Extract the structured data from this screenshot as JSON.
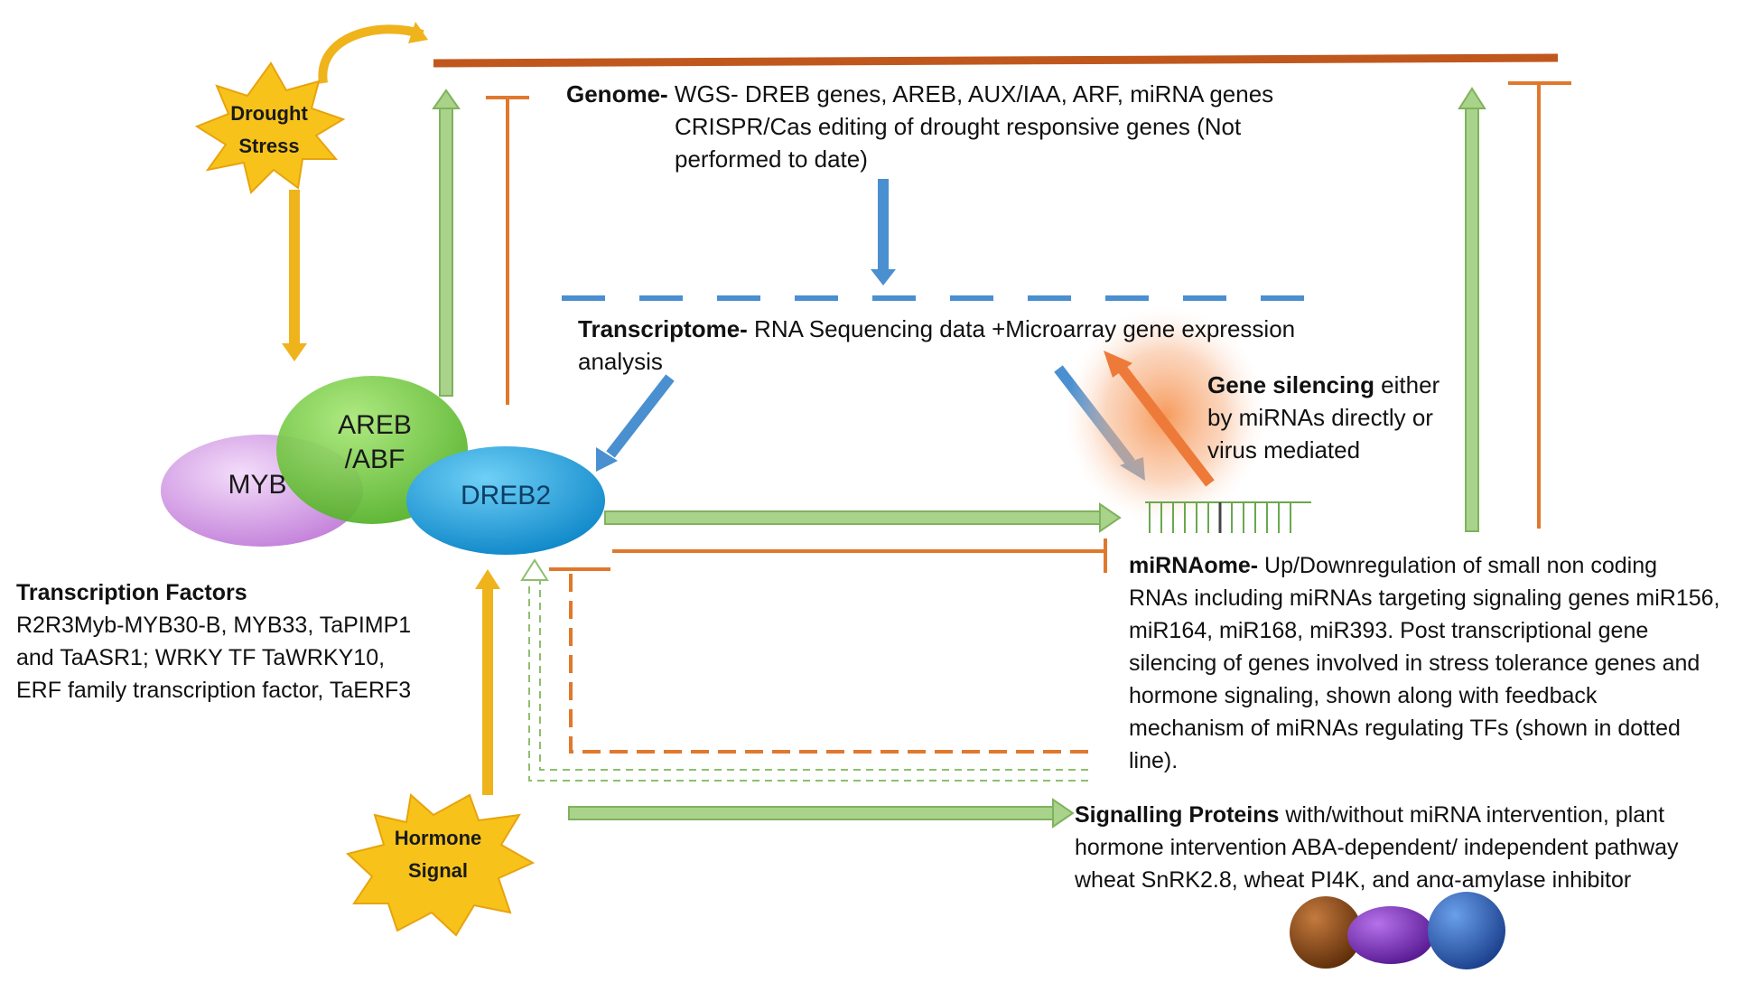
{
  "stress": {
    "drought_line1": "Drought",
    "drought_line2": "Stress",
    "hormone_line1": "Hormone",
    "hormone_line2": "Signal"
  },
  "factors": {
    "myb": "MYB",
    "areb_line1": "AREB",
    "areb_line2": "/ABF",
    "dreb2": "DREB2"
  },
  "genome": {
    "title": "Genome-",
    "line1": " WGS- DREB genes, AREB, AUX/IAA, ARF, miRNA genes",
    "line2": "CRISPR/Cas editing of drought responsive genes (Not",
    "line3": "performed to date)"
  },
  "transcriptome": {
    "title": "Transcriptome-",
    "line1": " RNA Sequencing data +Microarray gene expression",
    "line2": "analysis"
  },
  "gene_silencing": {
    "title": "Gene silencing",
    "line1": " either",
    "line2": "by miRNAs directly or",
    "line3": "virus mediated"
  },
  "transcription_factors": {
    "title": "Transcription Factors",
    "line1": "R2R3Myb-MYB30-B, MYB33, TaPIMP1",
    "line2": "and TaASR1; WRKY TF TaWRKY10,",
    "line3": "ERF family transcription factor, TaERF3"
  },
  "mirnaome": {
    "title": "miRNAome-",
    "line1": " Up/Downregulation of small non coding",
    "line2": "RNAs including miRNAs targeting signaling genes miR156,",
    "line3": "miR164, miR168, miR393. Post transcriptional gene",
    "line4": "silencing of genes involved in stress tolerance genes and",
    "line5": "hormone signaling, shown along with feedback",
    "line6": "mechanism of miRNAs regulating TFs (shown in dotted",
    "line7": "line)."
  },
  "signalling": {
    "title": "Signalling Proteins",
    "line1": " with/without miRNA intervention, plant",
    "line2": "hormone intervention ABA-dependent/ independent pathway",
    "line3": "wheat SnRK2.8, wheat PI4K, and anα-amylase inhibitor"
  },
  "colors": {
    "orange_line": "#c0581e",
    "orange_inhibit": "#e0782d",
    "green_arrow": "#8dbf6e",
    "blue_arrow": "#4a8fd0",
    "yellow_arrow": "#efb31c",
    "star_fill": "#f7c31b",
    "myb_fill": "#d39be4",
    "areb_fill": "#6fc73a",
    "dreb_fill": "#1e9fdc",
    "protein_brown": "#8a4a17",
    "protein_purple": "#7a2bb3",
    "protein_blue": "#2a5fb8"
  }
}
